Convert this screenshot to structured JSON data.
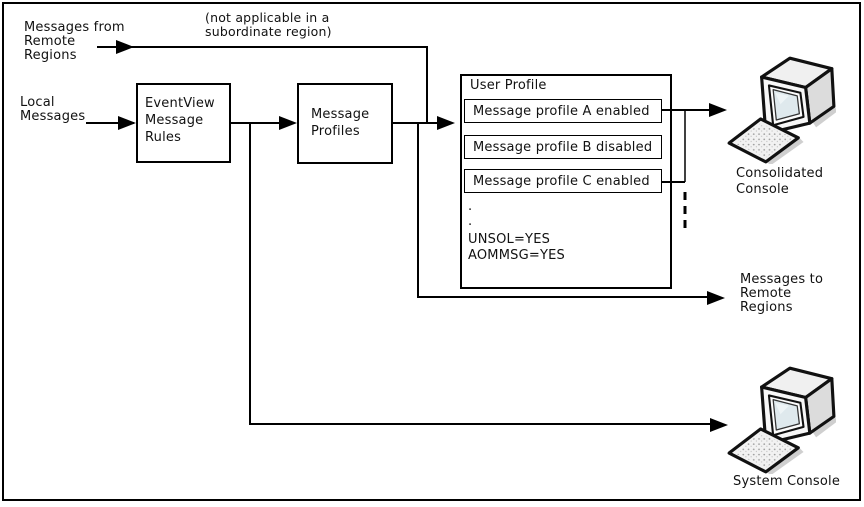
{
  "diagram": {
    "note_top": "(not applicable in a\nsubordinate region)",
    "inputs": {
      "remote": "Messages from\nRemote\nRegions",
      "local": "Local\nMessages"
    },
    "boxes": {
      "eventview": "EventView\nMessage\nRules",
      "message_profiles": "Message\nProfiles"
    },
    "user_profile": {
      "title": "User Profile",
      "profiles": [
        {
          "label": "Message profile A enabled"
        },
        {
          "label": "Message profile B disabled"
        },
        {
          "label": "Message profile C enabled"
        }
      ],
      "ellipsis": ".\n.",
      "settings": "UNSOL=YES\nAOMMSG=YES"
    },
    "outputs": {
      "remote": "Messages to\nRemote\nRegions",
      "consolidated_console": "Consolidated\nConsole",
      "system_console": "System Console"
    },
    "colors": {
      "line": "#000000",
      "background": "#ffffff",
      "monitor_top": "#f0f0f0",
      "monitor_side": "#dcdcdc",
      "monitor_front": "#f7f7f7",
      "screen": "#dfe9ed",
      "shadow": "#cfcfcf"
    }
  }
}
